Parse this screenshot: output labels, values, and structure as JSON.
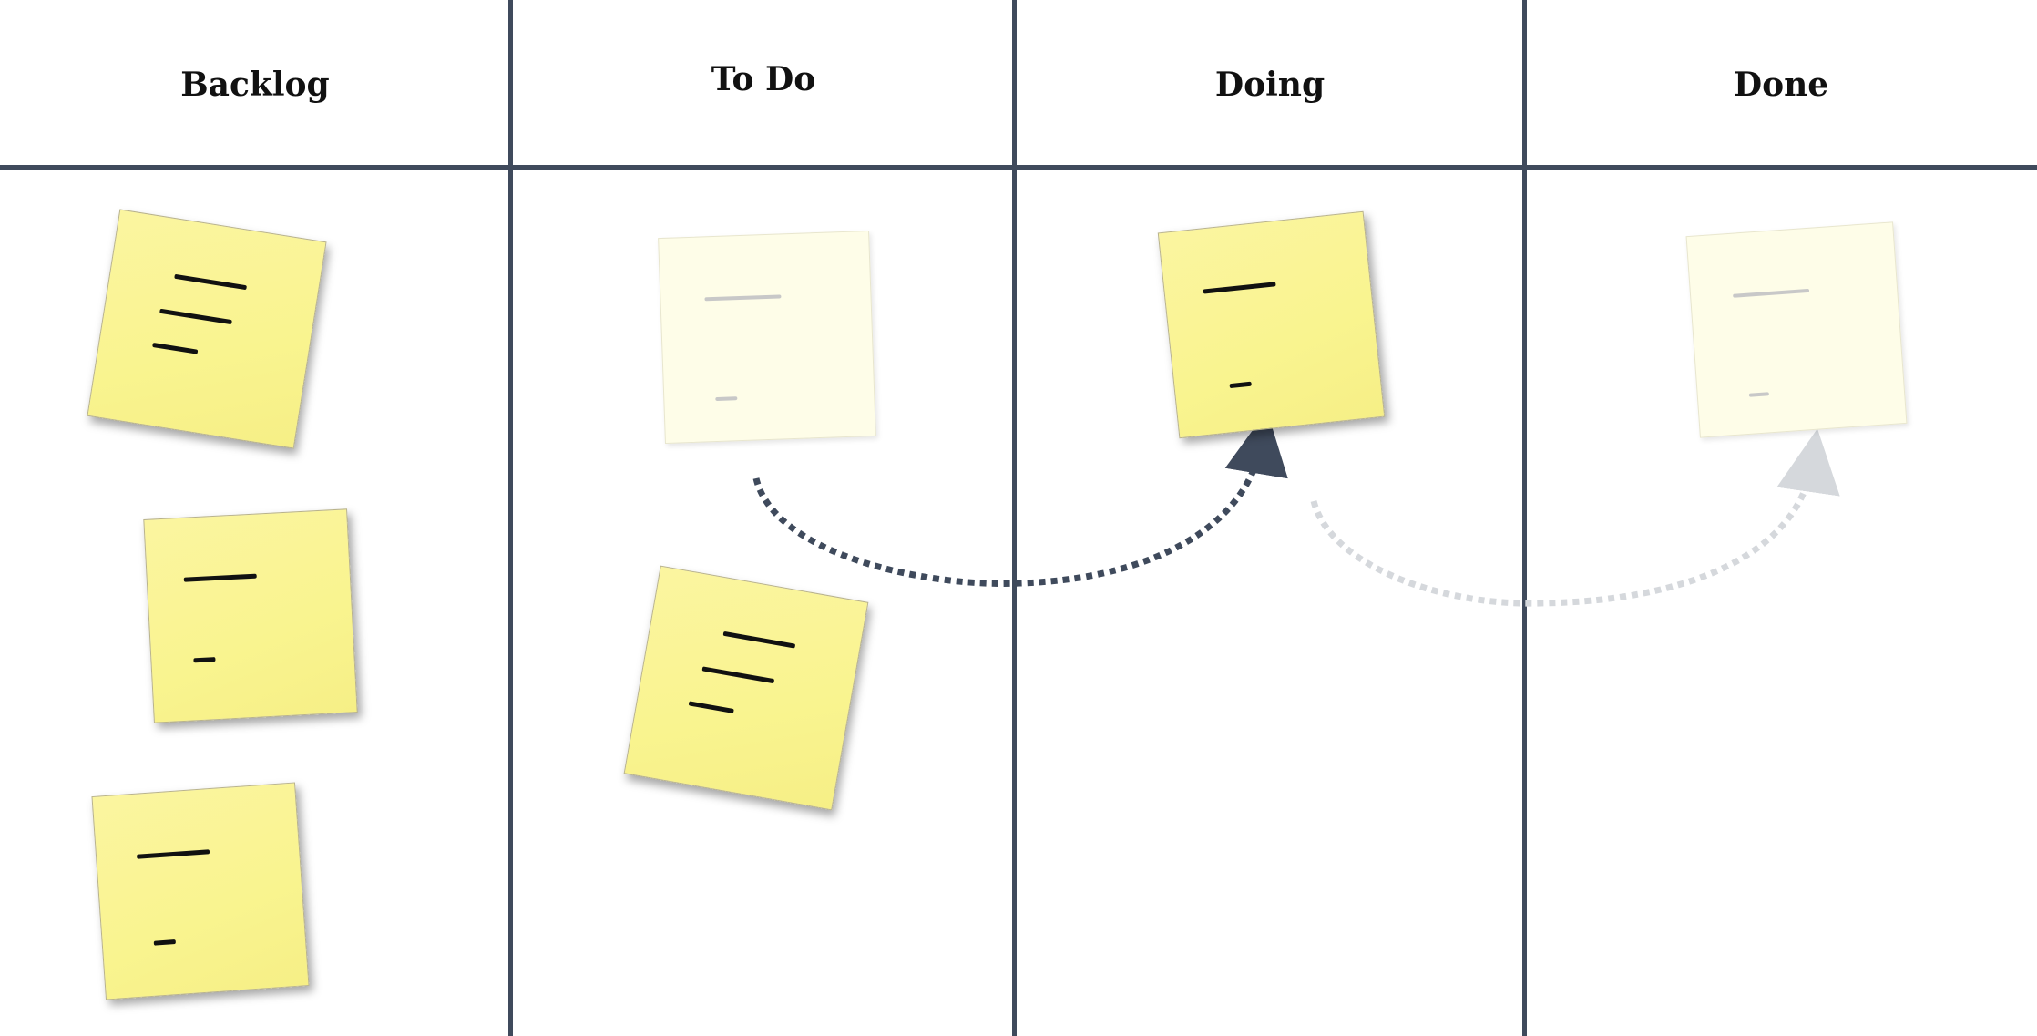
{
  "board": {
    "columns": [
      {
        "title": "Backlog"
      },
      {
        "title": "To Do"
      },
      {
        "title": "Doing"
      },
      {
        "title": "Done"
      }
    ]
  },
  "colors": {
    "divider": "#3f4a5c",
    "note": "#f9f48f",
    "ghost_note": "#fefde8",
    "arrow_active": "#3f4a5c",
    "arrow_faded": "#d5d8dc"
  }
}
